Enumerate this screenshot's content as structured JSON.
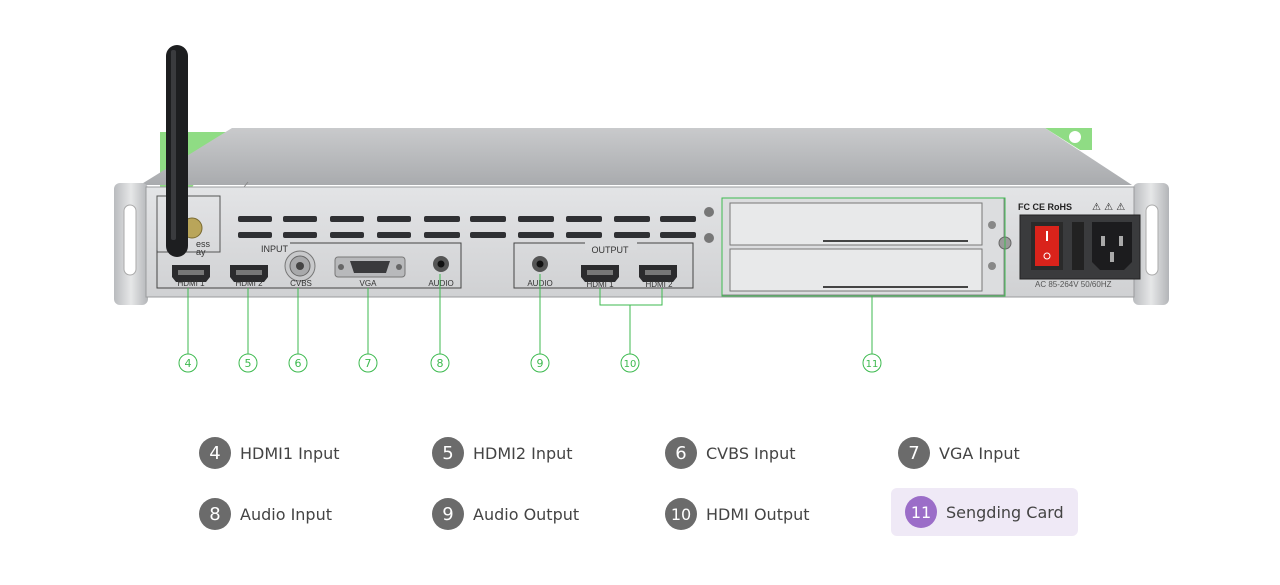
{
  "panel_labels": {
    "input": "INPUT",
    "output": "OUTPUT",
    "hdmi1": "HDMI 1",
    "hdmi2": "HDMI 2",
    "cvbs": "CVBS",
    "vga": "VGA",
    "audio_in": "AUDIO",
    "audio_out": "AUDIO",
    "out_hdmi1": "HDMI 1",
    "out_hdmi2": "HDMI 2",
    "wireless": "ess",
    "wireless2": "ay",
    "cert": "FC  CE  RoHS",
    "power_rating": "AC 85-264V 50/60HZ"
  },
  "callouts": {
    "c4": "4",
    "c5": "5",
    "c6": "6",
    "c7": "7",
    "c8": "8",
    "c9": "9",
    "c10": "10",
    "c11": "11"
  },
  "legend": [
    {
      "num": "4",
      "label": "HDMI1 Input"
    },
    {
      "num": "5",
      "label": "HDMI2 Input"
    },
    {
      "num": "6",
      "label": "CVBS Input"
    },
    {
      "num": "7",
      "label": "VGA Input"
    },
    {
      "num": "8",
      "label": "Audio Input"
    },
    {
      "num": "9",
      "label": "Audio Output"
    },
    {
      "num": "10",
      "label": "HDMI Output"
    },
    {
      "num": "11",
      "label": "Sengding Card"
    }
  ],
  "colors": {
    "accent_green": "#3dba4f",
    "legend_badge": "#6b6b6b",
    "highlight_badge": "#9b6dc8",
    "highlight_bg": "#efe9f6"
  }
}
